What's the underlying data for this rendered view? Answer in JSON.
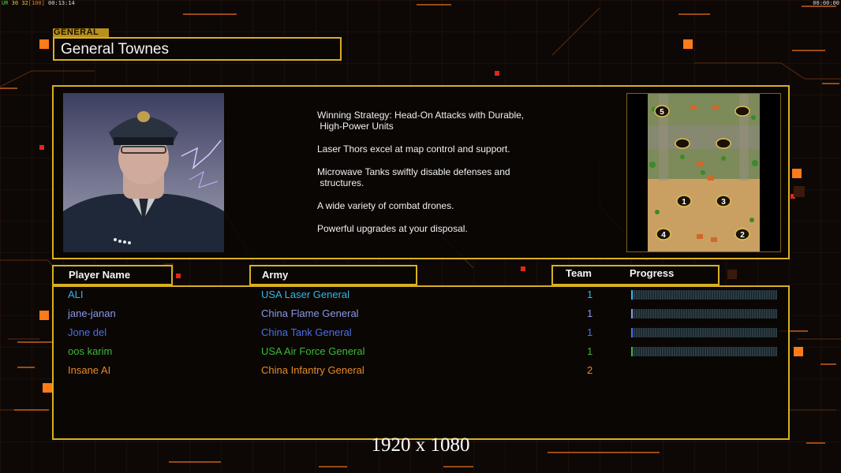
{
  "hud": {
    "top_left": {
      "p1": "UR",
      "p2": "30",
      "p3": "32",
      "p4": "[100]",
      "time": "00:13:14"
    },
    "top_right": "00:00:00"
  },
  "general": {
    "tag": "GENERAL",
    "name": "General Townes"
  },
  "strategy_lines": [
    "Winning Strategy: Head-On Attacks with Durable,\n High-Power Units",
    "Laser Thors excel at map control and support.",
    "Microwave Tanks swiftly disable defenses and\n structures.",
    "A wide variety of combat drones.",
    "Powerful upgrades at your disposal."
  ],
  "minimap": {
    "spawn_numbers": [
      "5",
      "1",
      "3",
      "4",
      "2"
    ]
  },
  "headers": {
    "player_name": "Player Name",
    "army": "Army",
    "team": "Team",
    "progress": "Progress"
  },
  "players": [
    {
      "name": "ALI",
      "army": "USA Laser General",
      "team": "1",
      "color": "#30b8e8",
      "progress": 0.01,
      "show_bar": true
    },
    {
      "name": "jane-janan",
      "army": "China Flame General",
      "team": "1",
      "color": "#8a98e8",
      "progress": 0.005,
      "show_bar": true
    },
    {
      "name": "Jone del",
      "army": "China Tank General",
      "team": "1",
      "color": "#4a70e8",
      "progress": 0.005,
      "show_bar": true
    },
    {
      "name": "oos karim",
      "army": "USA Air Force General",
      "team": "1",
      "color": "#3cb838",
      "progress": 0.005,
      "show_bar": true
    },
    {
      "name": "Insane AI",
      "army": "China Infantry General",
      "team": "2",
      "color": "#e88a28",
      "progress": 0,
      "show_bar": false
    }
  ],
  "watermark": "1920 x 1080",
  "colors": {
    "frame": "#d8b020",
    "accent": "#ff7a18"
  }
}
